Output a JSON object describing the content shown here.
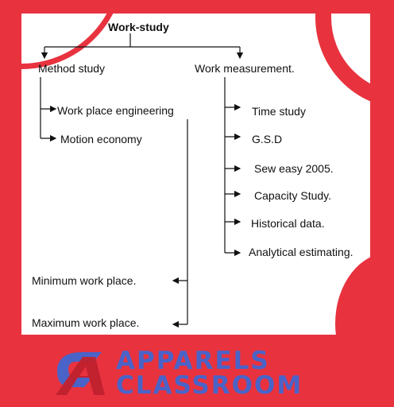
{
  "diagram": {
    "root": "Work-study",
    "branches": [
      {
        "label": "Method study",
        "children": [
          "Work place engineering",
          "Motion economy"
        ]
      },
      {
        "label": "Work measurement.",
        "children": [
          "Time study",
          "G.S.D",
          "Sew easy 2005.",
          "Capacity Study.",
          "Historical data.",
          "Analytical estimating."
        ]
      }
    ],
    "workplace_types": [
      "Minimum work place.",
      "Maximum work place."
    ]
  },
  "logo": {
    "line1": "APPARELS",
    "line2": "CLASSROOM",
    "colors": {
      "blue": "#4a63c8",
      "red": "#e8333f",
      "white": "#ffffff"
    }
  }
}
